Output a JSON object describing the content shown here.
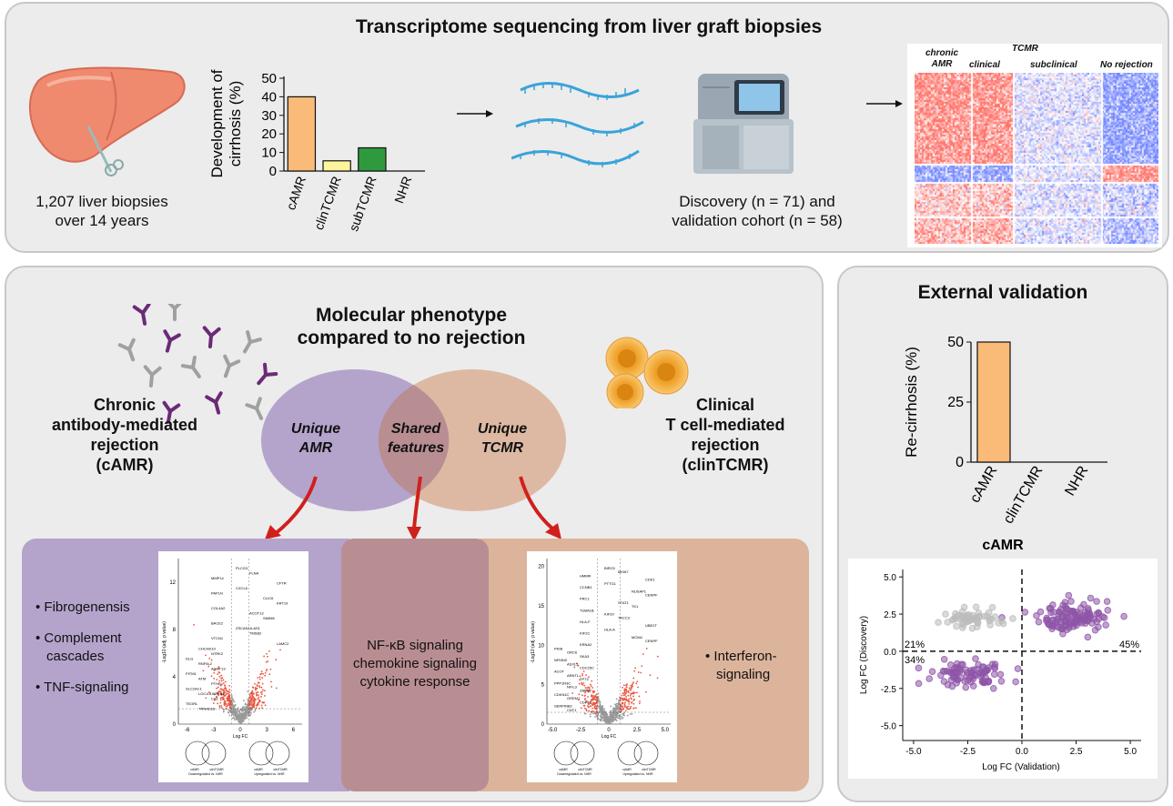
{
  "top": {
    "title": "Transcriptome sequencing from liver graft biopsies",
    "liver_caption_1": "1,207 liver biopsies",
    "liver_caption_2": "over 14 years",
    "sequencer_caption_1": "Discovery (n = 71) and",
    "sequencer_caption_2": "validation cohort (n = 58)",
    "heatmap_headers": {
      "chronic": "chronic",
      "amr": "AMR",
      "tcmr": "TCMR",
      "clinical": "clinical",
      "subclinical": "subclinical",
      "no_rejection": "No rejection"
    }
  },
  "middle": {
    "title_1": "Molecular phenotype",
    "title_2": "compared to no rejection",
    "left_label": [
      "Chronic",
      "antibody-mediated",
      "rejection",
      "(cAMR)"
    ],
    "right_label": [
      "Clinical",
      "T cell-mediated",
      "rejection",
      "(clinTCMR)"
    ],
    "venn": {
      "left": [
        "Unique",
        "AMR"
      ],
      "shared": [
        "Shared",
        "features"
      ],
      "right": [
        "Unique",
        "TCMR"
      ]
    },
    "amr_features": [
      "• Fibrogenensis",
      "• Complement",
      "  cascades",
      "• TNF-signaling"
    ],
    "shared_features": [
      "NF-κB signaling",
      "chemokine signaling",
      "cytokine response"
    ],
    "tcmr_features": [
      "• Interferon-",
      "  signaling"
    ],
    "volcano_left": {
      "xlabel": "Log FC",
      "ylabel": "-Log10 (adj. p value)",
      "xticks": [
        "-6",
        "-3",
        "0",
        "3",
        "6"
      ],
      "yticks": [
        "0",
        "4",
        "8",
        "12"
      ],
      "genes": [
        "PLCG3",
        "FLNA",
        "MMP14",
        "CFTR",
        "CXCL6",
        "PAPLN",
        "CLIC6",
        "KRT19",
        "COL4A2",
        "ACOT13",
        "SMIM6",
        "BACE2",
        "ZSCAN16-AS1",
        "TMSB2",
        "VTCN1",
        "LAMC2",
        "CHCHD10",
        "NTRK2",
        "DLG",
        "RNF5L2",
        "ACOT13",
        "PITM1",
        "ATM",
        "PTHR",
        "SLC2AC1",
        "LOC101929781",
        "CA1",
        "TEORL",
        "TRNAD16"
      ],
      "venn_left_caption": [
        "cAMR",
        "clinTCMR",
        "Downregulated vs. NHR"
      ],
      "venn_right_caption": [
        "cAMR",
        "clinTCMR",
        "Upregulated vs. NHR"
      ]
    },
    "volcano_right": {
      "xlabel": "Log FC",
      "ylabel": "-Log10 (adj. p value)",
      "xticks": [
        "-5.0",
        "-2.5",
        "0",
        "2.5",
        "5.0"
      ],
      "yticks": [
        "0",
        "5",
        "10",
        "15",
        "20"
      ],
      "genes": [
        "BIRC5",
        "MKI67",
        "HMMR",
        "CDK1",
        "PTTG1",
        "CCNB1",
        "NUSAP1",
        "CENPF",
        "PRC1",
        "STAT1",
        "TK1",
        "TUBA1B",
        "KIF20",
        "TACC3",
        "HLA-F",
        "UBE2T",
        "HLA-A",
        "KIF2C",
        "MCM4",
        "CENPF",
        "KRNA2",
        "PKIB",
        "ORC6",
        "SKA3",
        "NFKBIZ",
        "ASXL3",
        "CDC25C",
        "ACOT",
        "ARNTL",
        "TP73",
        "PPP1R3C",
        "NFIL3",
        "ZBED2",
        "CDKN1C",
        "GREM1",
        "CDH12",
        "SERPINB2",
        "CNT1"
      ],
      "venn_left_caption": [
        "cAMR",
        "clinTCMR",
        "Downregulated vs. NHR"
      ],
      "venn_right_caption": [
        "cAMR",
        "clinTCMR",
        "Upregulated vs. NHR"
      ]
    }
  },
  "external": {
    "title": "External validation",
    "scatter_title": "cAMR",
    "q_labels": {
      "upper_right": "45%",
      "upper_left": "21%",
      "lower_left": "34%"
    }
  },
  "colors": {
    "panel_bg": "#ececec",
    "amr_purple": "#b4a4cc",
    "tcmr_tan": "#dcb49c",
    "shared": "#b98e93",
    "bar_orange": "#f9bb77",
    "bar_yellow": "#fdf59b",
    "bar_green": "#2f9a3d",
    "arrow_red": "#d0201c",
    "scatter_purple": "#8e55a8",
    "scatter_grey": "#bbbbbb"
  },
  "chart_data": [
    {
      "type": "bar",
      "title": "",
      "categories": [
        "cAMR",
        "clinTCMR",
        "subTCMR",
        "NHR"
      ],
      "values": [
        40,
        5.5,
        12.5,
        0
      ],
      "colors": [
        "#f9bb77",
        "#fdf59b",
        "#2f9a3d",
        "#ffffff"
      ],
      "xlabel": "",
      "ylabel": "Development of cirrhosis (%)",
      "yticks": [
        0,
        10,
        20,
        30,
        40,
        50
      ],
      "ylim": [
        0,
        50
      ],
      "grid": false
    },
    {
      "type": "bar",
      "title": "",
      "categories": [
        "cAMR",
        "clinTCMR",
        "NHR"
      ],
      "values": [
        50,
        0,
        0
      ],
      "colors": [
        "#f9bb77",
        "#fdf59b",
        "#ffffff"
      ],
      "xlabel": "",
      "ylabel": "Re-cirrhosis (%)",
      "yticks": [
        0,
        25,
        50
      ],
      "ylim": [
        0,
        50
      ],
      "grid": false
    },
    {
      "type": "scatter",
      "title": "cAMR",
      "xlabel": "Log FC (Validation)",
      "ylabel": "Log FC (Discovery)",
      "xticks": [
        "-5.0",
        "-2.5",
        "0.0",
        "2.5",
        "5.0"
      ],
      "yticks": [
        "-5.0",
        "-2.5",
        "0.0",
        "2.5",
        "5.0"
      ],
      "xlim": [
        -5.5,
        5.5
      ],
      "ylim": [
        -6,
        5.5
      ],
      "grid": false,
      "quadrant_percentages": {
        "upper_right": "45%",
        "upper_left": "21%",
        "lower_left": "34%"
      },
      "series": [
        {
          "name": "upper-right (purple)",
          "color": "#8e55a8",
          "center": [
            2.4,
            2.3
          ],
          "spread": [
            1.4,
            0.8
          ],
          "count": 120
        },
        {
          "name": "upper-left (grey)",
          "color": "#bbbbbb",
          "center": [
            -2.5,
            2.2
          ],
          "spread": [
            1.3,
            0.6
          ],
          "count": 55
        },
        {
          "name": "lower-left (purple)",
          "color": "#8e55a8",
          "center": [
            -2.4,
            -1.6
          ],
          "spread": [
            1.4,
            0.7
          ],
          "count": 90
        }
      ]
    }
  ]
}
